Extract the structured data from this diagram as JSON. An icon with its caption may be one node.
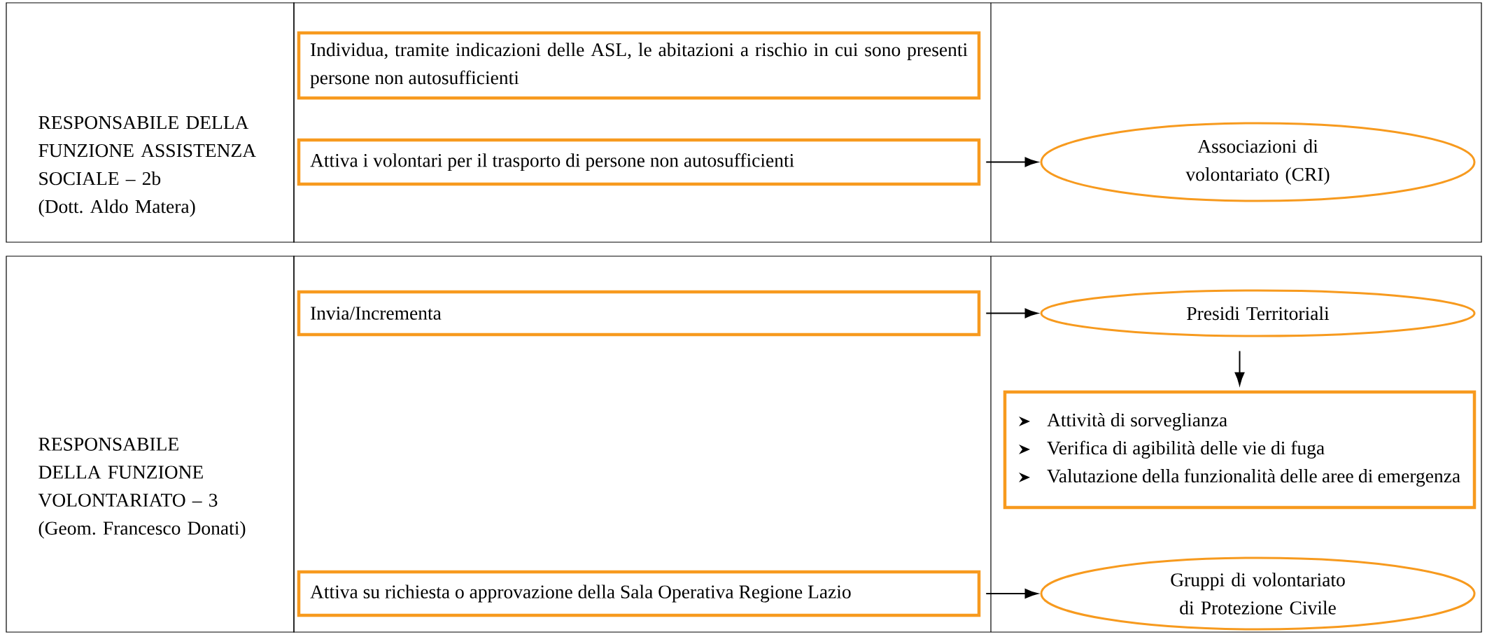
{
  "diagram": {
    "nodes": [
      {
        "text": [
          "RESPONSABILE DELLA FUNZIONE ASSISTENZA SOCIALE – 2b",
          "(Dott. Aldo Matera)"
        ]
      },
      {
        "text": [
          "Individua, tramite indicazioni delle ASL, le abitazioni a rischio in cui sono presenti persone non autosufficienti"
        ]
      },
      {
        "text": [
          "Attiva i volontari per il trasporto di persone non autosufficienti"
        ]
      },
      {
        "text": [
          "Associazioni di volontariato (CRI)"
        ]
      },
      {
        "text": [
          "RESPONSABILE DELLA FUNZIONE VOLONTARIATO – 3",
          "(Geom. Francesco Donati)"
        ]
      },
      {
        "text": [
          "Invia/Incrementa"
        ]
      },
      {
        "text": [
          "Presidi Territoriali"
        ]
      },
      {
        "text": [
          "Attività di sorveglianza",
          "Verifica di agibilità delle vie di fuga",
          "Valutazione della funzionalità delle aree di emergenza"
        ]
      },
      {
        "text": [
          "Attiva su richiesta o approvazione della Sala Operativa Regione Lazio"
        ]
      },
      {
        "text": [
          "Gruppi di volontariato di Protezione Civile"
        ]
      }
    ],
    "edges": [
      {
        "from": 2,
        "to": 3,
        "arrow": "to"
      },
      {
        "from": 5,
        "to": 6,
        "arrow": "to"
      },
      {
        "from": 6,
        "to": 7,
        "arrow": "to"
      },
      {
        "from": 8,
        "to": 9,
        "arrow": "to"
      }
    ]
  }
}
